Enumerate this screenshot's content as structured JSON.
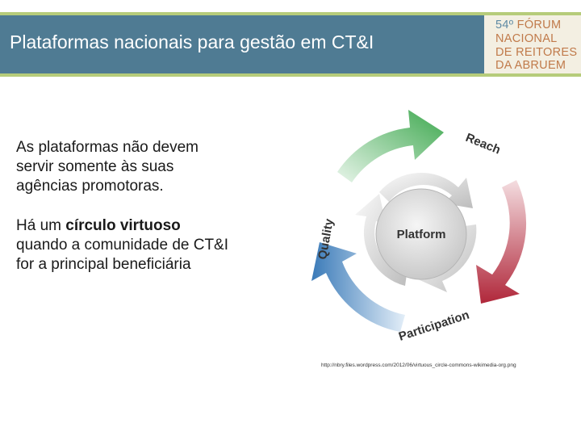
{
  "slide": {
    "title": "Plataformas nacionais para gestão em CT&I"
  },
  "logo": {
    "line1_num": "54º",
    "line1_text": "FÓRUM",
    "line2": "NACIONAL",
    "line3": "DE REITORES",
    "line4": "DA ABRUEM"
  },
  "content": {
    "paragraph1": "As plataformas não devem servir somente às suas agências promotoras.",
    "paragraph2_before": "Há um ",
    "paragraph2_bold": "círculo virtuoso",
    "paragraph2_after": " quando a comunidade de CT&I for a principal beneficiária"
  },
  "diagram": {
    "center_label": "Platform",
    "reach_label": "Reach",
    "participation_label": "Participation",
    "quality_label": "Quality",
    "colors": {
      "reach_arrow": "#3ea84f",
      "participation_arrow": "#b0273a",
      "quality_arrow": "#3a7ab8",
      "center": "#d9d9d9"
    }
  },
  "credit": {
    "text": "http://nbry.files.wordpress.com/2012/06/virtuous_circle-commons-wikimedia-org.png"
  }
}
